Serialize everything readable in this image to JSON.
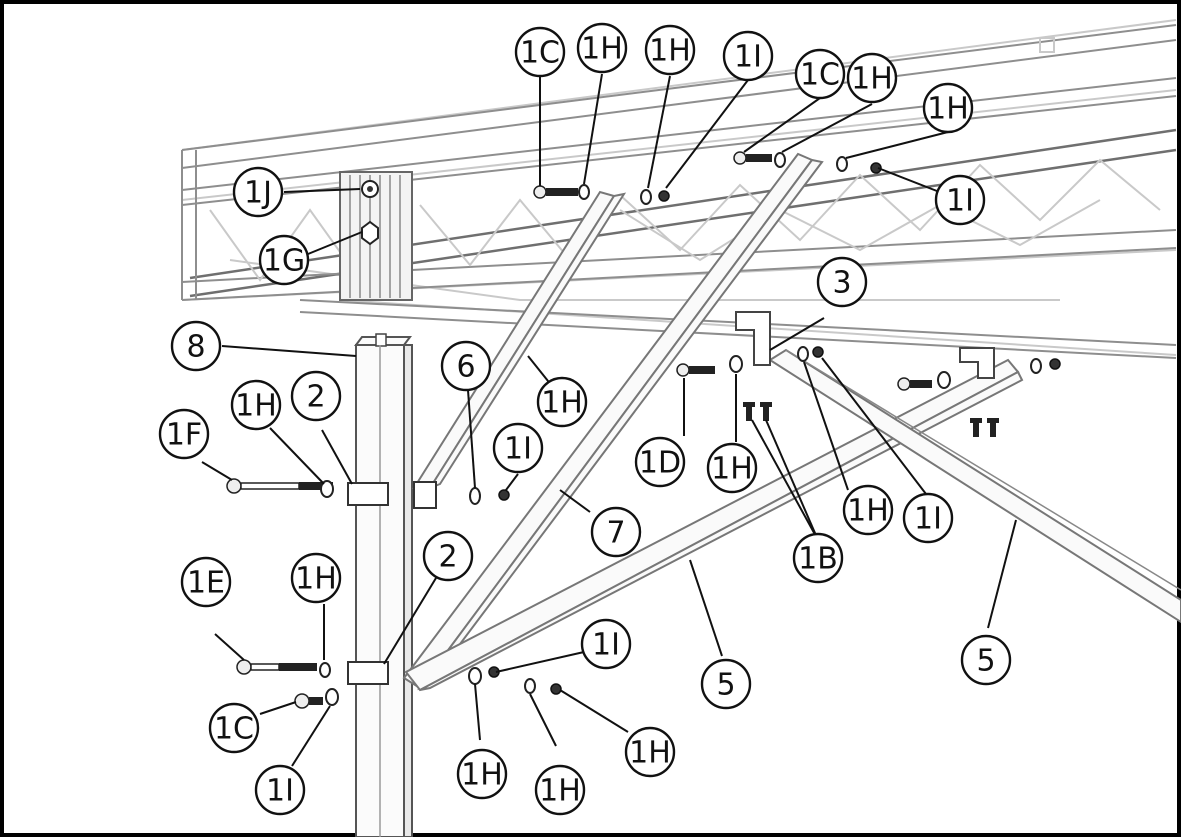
{
  "diagram": {
    "callouts": [
      {
        "label": "1C"
      },
      {
        "label": "1H"
      },
      {
        "label": "1H"
      },
      {
        "label": "1I"
      },
      {
        "label": "1C"
      },
      {
        "label": "1H"
      },
      {
        "label": "1H"
      },
      {
        "label": "1I"
      },
      {
        "label": "1J"
      },
      {
        "label": "1G"
      },
      {
        "label": "3"
      },
      {
        "label": "8"
      },
      {
        "label": "1H"
      },
      {
        "label": "6"
      },
      {
        "label": "1H"
      },
      {
        "label": "2"
      },
      {
        "label": "1F"
      },
      {
        "label": "1I"
      },
      {
        "label": "1D"
      },
      {
        "label": "1H"
      },
      {
        "label": "1H"
      },
      {
        "label": "1I"
      },
      {
        "label": "7"
      },
      {
        "label": "1B"
      },
      {
        "label": "2"
      },
      {
        "label": "1E"
      },
      {
        "label": "1H"
      },
      {
        "label": "5"
      },
      {
        "label": "5"
      },
      {
        "label": "1I"
      },
      {
        "label": "1C"
      },
      {
        "label": "1H"
      },
      {
        "label": "1I"
      },
      {
        "label": "1H"
      },
      {
        "label": "1H"
      }
    ]
  }
}
